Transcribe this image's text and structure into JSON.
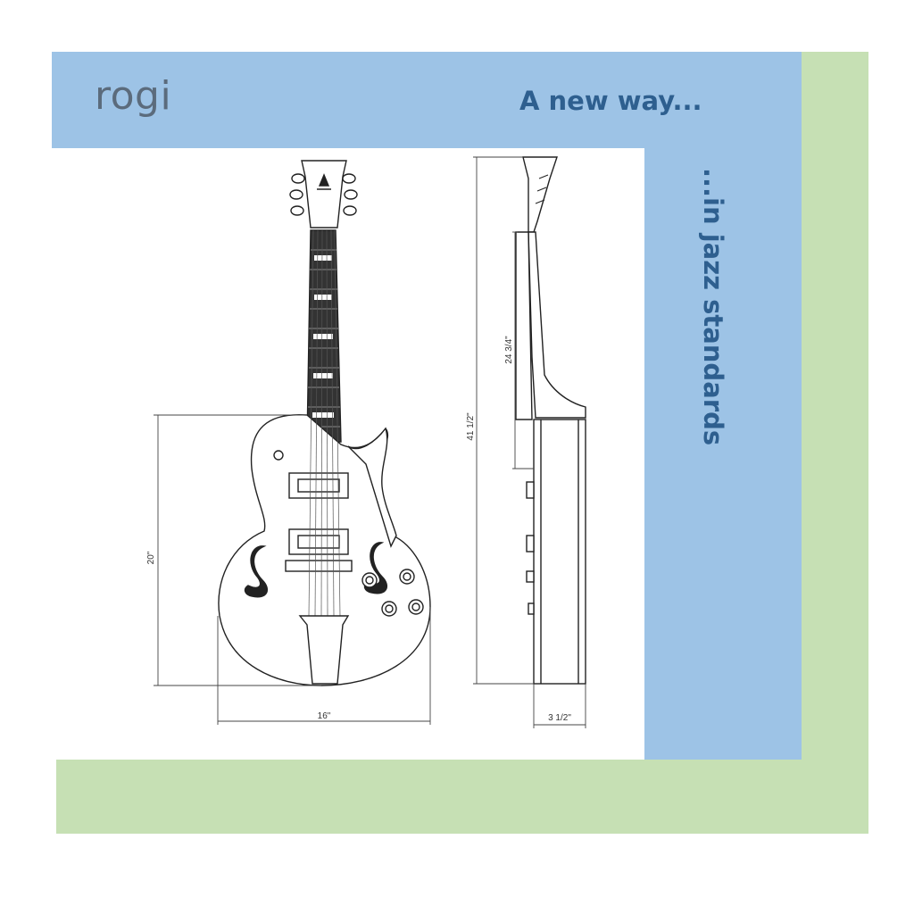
{
  "cover": {
    "brand": "rogi",
    "tagline_top": "A new way...",
    "tagline_side": "...in jazz standards"
  },
  "dimensions": {
    "width": "16\"",
    "height": "20\"",
    "length": "41 1/2\"",
    "scale": "24 3/4\"",
    "depth": "3 1/2\""
  },
  "colors": {
    "blue": "#9dc3e6",
    "green": "#c6e0b4",
    "text_blue": "#2e5f8f",
    "text_gray": "#5b6b7c"
  }
}
